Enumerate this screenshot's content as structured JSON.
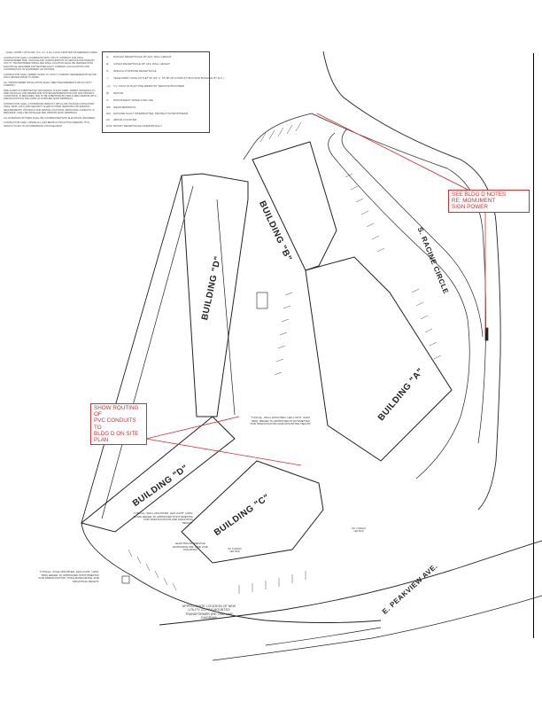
{
  "notes": [
    "... SHALL COMPLY WITH NEC, IFC, U.L. & ALL LOCAL ADOPTED OR AMENDED CODES.",
    "CONTRACTOR SHALL COORDINATE WITH UTILITY COMPANY FOR FINAL TRANSFORMER SIZE, VOLTAGE AND CONFIGURATION OF SERVICE PROVIDED BY UTILITY. TRANSFORMER SIZING AND FINAL LOCATION SHALL BE VERIFIED WITH ELECTRICAL ENGINEER FOR REVISED FAULT CURRENT CALCULATIONS AND COORDINATION OF EQUIPMENT AIC RATINGS.",
    "CONTRACTOR SHALL SUBMIT PLANS TO UTILITY COMPANY REPRESENTATIVE FOR FINAL REVIEW PRIOR TO WORK.",
    "ALL TRANSFORMER INSTALLATION SHALL MEET REQUIREMENTS WITH UTILITY COMPANY.",
    "FIRE ALARM SYSTEM PROTECTION DESIGN IS EXCLUDED. SUBMIT DRAWINGS TO FIRE OFFICIALS FOR REVIEW AND SYSTEM DETERMINATION FOR THIS PROJECT. CONDITIONS, IF REQUIRED, ARE TO BE SUBMITTED BY FIRE ALARM VENDOR WITH SPECIFICATION IN THE FORM OF SUPPLIER SHOP DRAWINGS.",
    "CONTRACTOR SHALL COORDINATE DIRECTLY WITH LOW VOLTAGE CONSULTANT (TELE, DATA, CATV) AND SECURITY ALARM SYSTEM VENDORS FOR SPECIFIC REQUIREMENTS, PATHWAYS AND DEVICE LOCATIONS. ADDITIONAL CONDUITS, IF REQUIRED, SHALL BE INSTALLED PER VENDOR SHOP DRAWINGS.",
    "ALL EXTERIOR FIXTURES SHALL BE COORDINATED WITH ELECTRICAL ENGINEER.",
    "CONTRACTOR SHALL UPSIZE ALL 120V BRANCH CIRCUITS EXCEEDING 75' IN LENGTH TO #10 TO ACCOMMODATE VOLTAGE DROP."
  ],
  "legend": [
    {
      "sym": "⊖",
      "text": "DUPLEX RECEPTACLE 18\" AFF, WALL HEIGHT"
    },
    {
      "sym": "⊕",
      "text": "4-PLEX RECEPTACLE 18\" AFF, WALL HEIGHT"
    },
    {
      "sym": "⊜",
      "text": "SPECIAL PURPOSE RECEPTACLE"
    },
    {
      "sym": "◁",
      "text": "TELECOMM / DATA OUTLET W/ 3/4\" C. STUB UP (CONDUIT, BOX AND BUSHING BY E.C.)"
    },
    {
      "sym": "◁◁",
      "text": "T.V. COAX OUTLET PRE-WIRED BY SERVICE PROVIDER"
    },
    {
      "sym": "Ⓜ",
      "text": "MOTOR"
    },
    {
      "sym": "⊡",
      "text": "DISCONNECT RATED FOR USE"
    },
    {
      "sym": "WP",
      "text": "WEATHERPROOF"
    },
    {
      "sym": "GFI",
      "text": "GROUND FAULT INTERRUPTER, PROTECT DOWNSTREAM"
    },
    {
      "sym": "AC",
      "text": "ABOVE COUNTER"
    },
    {
      "sym": "HOR",
      "text": "MOUNT RECEPTACLE HORIZONTALLY"
    }
  ],
  "callouts": {
    "bldg_d_notes": [
      "SEE BLDG D NOTES",
      "RE: MONUMENT",
      "SIGN POWER"
    ],
    "pvc_routing": [
      "SHOW ROUTING OF",
      "PVC CONDUITS TO",
      "BLDG D ON SITE",
      "PLAN"
    ]
  },
  "buildings": {
    "b": "BUILDING \"B\"",
    "d_upper": "BUILDING \"D\"",
    "a": "BUILDING \"A\"",
    "d_lower": "BUILDING \"D\"",
    "c": "BUILDING \"C\""
  },
  "streets": {
    "racine": "S. RACINE CIRCLE",
    "peakview": "E. PEAKVIEW AVE."
  },
  "annotations": {
    "wall_led_a": "TYPICAL, WALL MOUNTED, LED LIGHT. (120V, 38W). REFER TO APPROVED PHOTOMETRIC FOR SPECIFICATION AND MOUNTING HEIGHT.",
    "wall_led_c": "TYPICAL, WALL MOUNTED, LED LIGHT. (120V, 11.6W) REFER TO APPROVED PHOTOMETRIC FOR SPECIFICATION AND MOUNTING HEIGHT.",
    "service_entrance": "ELECTRICAL SERVICE ENTRANCE (RE: ONE LINE DIAGRAM)",
    "pole_led": "TYPICAL, POLE MOUNTED, LED LIGHT. (120V, 38W) REFER TO APPROVED PHOTOMETRIC FOR SPECIFICATION. POLE BASE DETAIL AND MOUNTING HEIGHT.",
    "transformer": "APPROXIMATE LOCATION OF NEW UTILITY CO PAD-MOUNTED TRANSFORMER (RE: ONE LINE DIAGRAM)",
    "sign_c": "NO. 8 (FIELD) LED SIGN",
    "sign_e": "NO. 2 (FIELD) LED SIGN"
  },
  "colors": {
    "callout": "#d32f2f",
    "line": "#222222"
  }
}
